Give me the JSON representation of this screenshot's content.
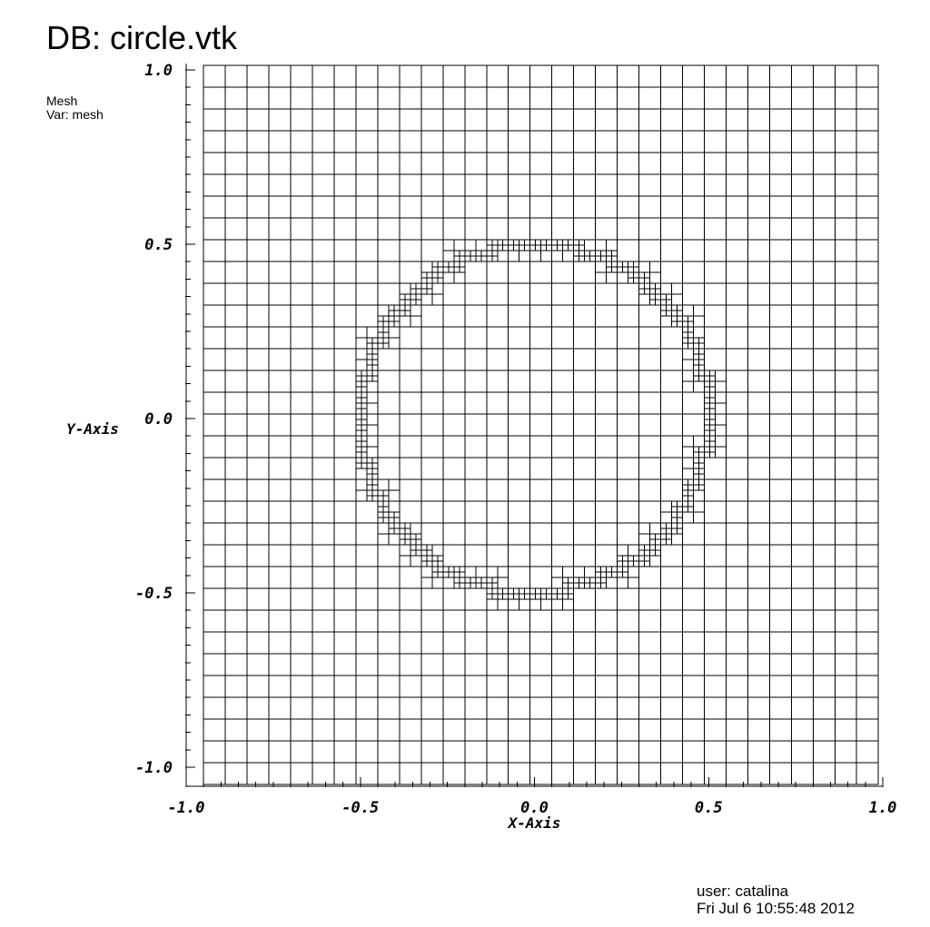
{
  "header": {
    "db_title": "DB: circle.vtk",
    "plot_type": "Mesh",
    "variable": "Var: mesh"
  },
  "footer": {
    "user": "user: catalina",
    "timestamp": "Fri Jul  6 10:55:48 2012"
  },
  "chart_data": {
    "type": "mesh",
    "xlabel": "X-Axis",
    "ylabel": "Y-Axis",
    "xlim": [
      -1.0,
      1.0
    ],
    "ylim": [
      -1.0,
      1.0
    ],
    "x_tick_labels": [
      "-1.0",
      "-0.5",
      "0.0",
      "0.5",
      "1.0"
    ],
    "y_tick_labels": [
      "1.0",
      "0.5",
      "0.0",
      "-0.5",
      "-1.0"
    ],
    "domain": {
      "x": [
        -0.95,
        1.0
      ],
      "y": [
        -1.05,
        1.0
      ]
    },
    "base_cell_size": 0.0625,
    "refinement": {
      "feature": "circle",
      "center": [
        0.0,
        0.0
      ],
      "radius": 0.5,
      "cell_sizes": [
        0.03125,
        0.015625
      ]
    },
    "line_color": "#000000",
    "background": "#ffffff"
  }
}
